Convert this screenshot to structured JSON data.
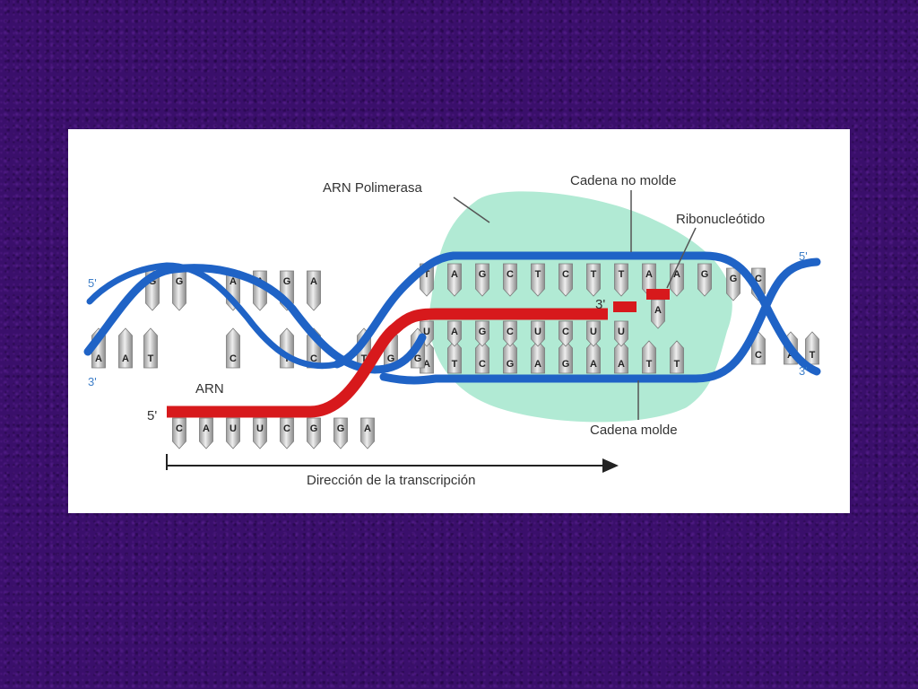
{
  "labels": {
    "polymerase": "ARN Polimerasa",
    "non_template": "Cadena no molde",
    "ribonucleotide": "Ribonucleótido",
    "template": "Cadena molde",
    "rna": "ARN",
    "direction": "Dirección de la transcripción",
    "end_5_left": "5'",
    "end_3_left": "3'",
    "end_5_right": "5'",
    "end_3_right": "3'",
    "rna_5": "5'",
    "rna_3": "3'"
  },
  "strands": {
    "non_template_open": [
      "T",
      "A",
      "G",
      "C",
      "T",
      "C",
      "T",
      "T",
      "A",
      "A",
      "G"
    ],
    "template_open": [
      "A",
      "T",
      "C",
      "G",
      "A",
      "G",
      "A",
      "A",
      "T",
      "T"
    ],
    "rna_paired": [
      "U",
      "A",
      "G",
      "C",
      "U",
      "C",
      "U",
      "U"
    ],
    "rna_tail": [
      "C",
      "A",
      "U",
      "U",
      "C",
      "G",
      "G",
      "A"
    ],
    "incoming_ribonucleotide": "A",
    "left_helix_top": [
      "G",
      "G",
      "A",
      "A",
      "G",
      "A"
    ],
    "left_helix_bottom": [
      "A",
      "A",
      "T",
      "C",
      "T",
      "C",
      "T",
      "G",
      "G"
    ],
    "right_helix": [
      "G",
      "C",
      "C",
      "A",
      "T"
    ]
  },
  "colors": {
    "dna_backbone": "#1f63c6",
    "rna": "#d7191c",
    "polymerase": "#a9e8cf",
    "base": "#d6d6d6",
    "end_labels": "#3f7fc8"
  }
}
